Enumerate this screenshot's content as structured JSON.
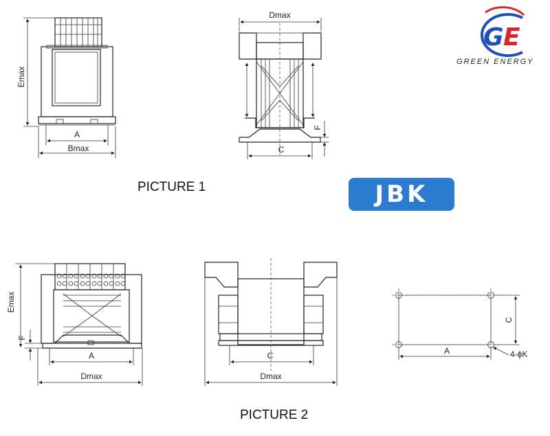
{
  "brand": {
    "name": "GREEN ENERGY",
    "logo_letters": "GE",
    "colors": {
      "blue": "#1f4fb8",
      "red": "#d8262e"
    }
  },
  "badge": {
    "label": "JBK",
    "color": "#2b7bd0"
  },
  "picture1": {
    "caption": "PICTURE 1",
    "front": {
      "dim_height": "Emax",
      "dim_a": "A",
      "dim_width": "Bmax"
    },
    "side": {
      "dim_top": "Dmax",
      "dim_c": "C",
      "dim_f": "F"
    }
  },
  "picture2": {
    "caption": "PICTURE 2",
    "front": {
      "dim_height": "Emax",
      "dim_f": "F",
      "dim_a": "A",
      "dim_width": "Dmax"
    },
    "side": {
      "dim_c": "C",
      "dim_width": "Dmax"
    },
    "mount": {
      "dim_c": "C",
      "dim_a": "A",
      "dim_holes": "4-ϕK"
    }
  }
}
